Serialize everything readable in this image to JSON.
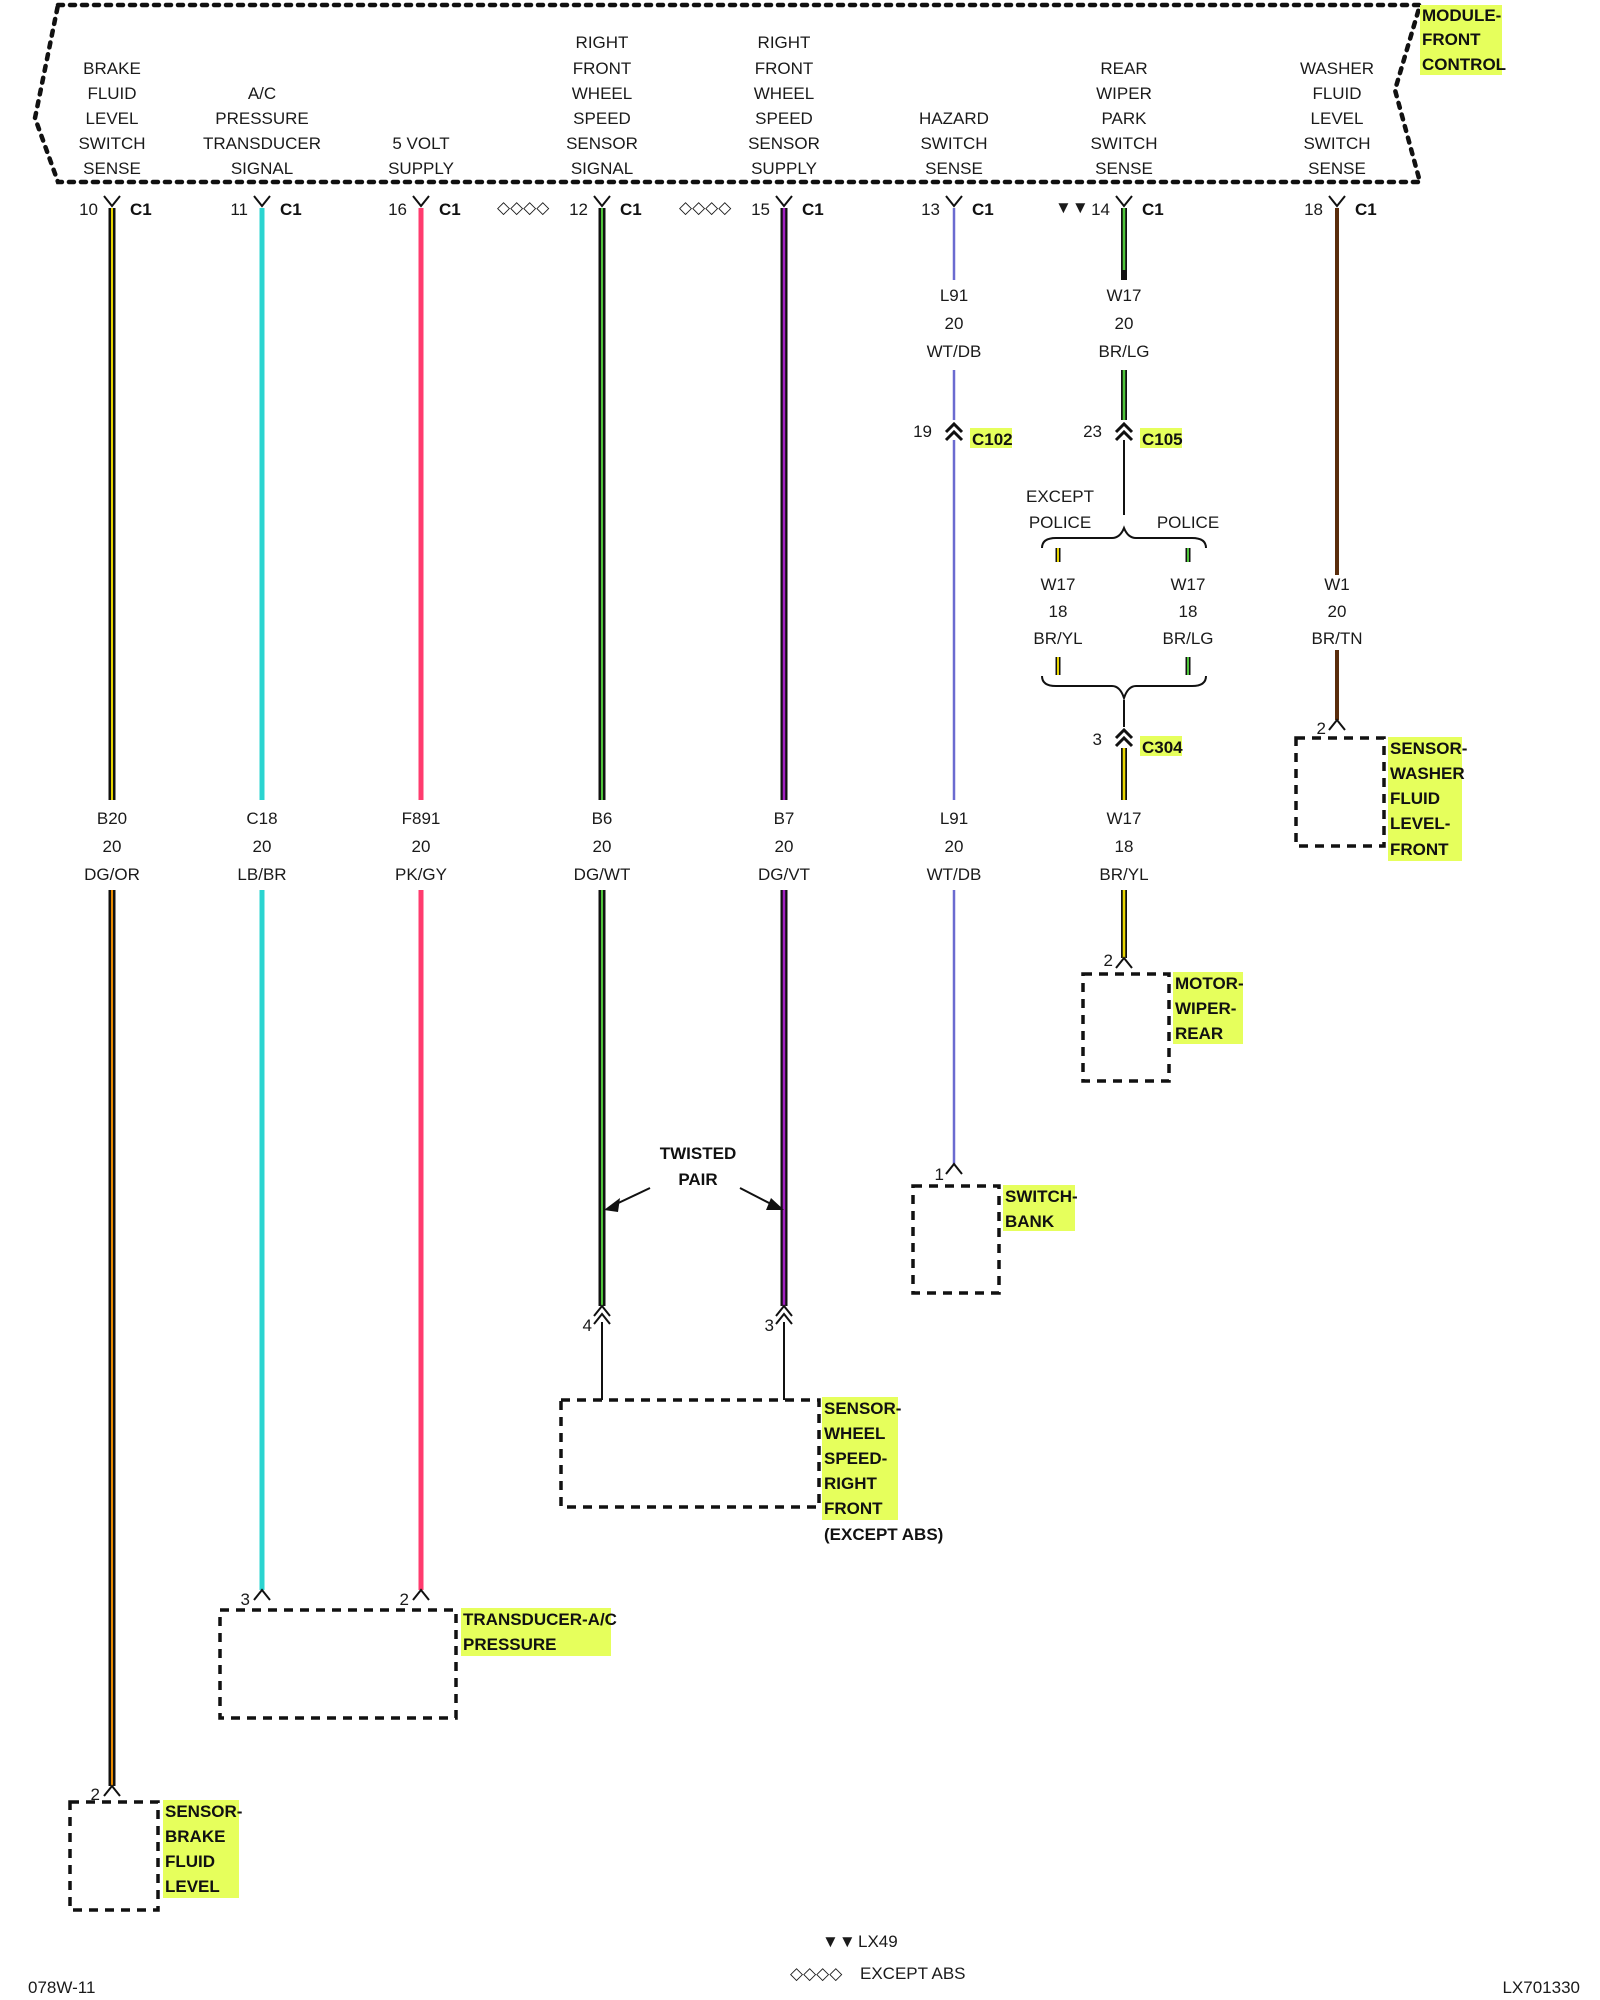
{
  "module": {
    "name_lines": [
      "MODULE-",
      "FRONT",
      "CONTROL"
    ],
    "pin_connector": "C1",
    "pins": [
      {
        "id": "brake",
        "label": [
          "BRAKE",
          "FLUID",
          "LEVEL",
          "SWITCH",
          "SENSE"
        ],
        "pin": "10"
      },
      {
        "id": "ac",
        "label": [
          "A/C",
          "PRESSURE",
          "TRANSDUCER",
          "SIGNAL"
        ],
        "pin": "11"
      },
      {
        "id": "five-volt",
        "label": [
          "5 VOLT",
          "SUPPLY"
        ],
        "pin": "16"
      },
      {
        "id": "wss-signal",
        "label": [
          "RIGHT",
          "FRONT",
          "WHEEL",
          "SPEED",
          "SENSOR",
          "SIGNAL"
        ],
        "pin": "12",
        "marker": "◇◇◇◇"
      },
      {
        "id": "wss-supply",
        "label": [
          "RIGHT",
          "FRONT",
          "WHEEL",
          "SPEED",
          "SENSOR",
          "SUPPLY"
        ],
        "pin": "15",
        "marker": "◇◇◇◇"
      },
      {
        "id": "hazard",
        "label": [
          "HAZARD",
          "SWITCH",
          "SENSE"
        ],
        "pin": "13"
      },
      {
        "id": "rear-wiper",
        "label": [
          "REAR",
          "WIPER",
          "PARK",
          "SWITCH",
          "SENSE"
        ],
        "pin": "14",
        "marker": "▼▼"
      },
      {
        "id": "washer",
        "label": [
          "WASHER",
          "FLUID",
          "LEVEL",
          "SWITCH",
          "SENSE"
        ],
        "pin": "18"
      }
    ]
  },
  "wires": {
    "hazard_upper": [
      "L91",
      "20",
      "WT/DB"
    ],
    "rear_wiper_upper": [
      "W17",
      "20",
      "BR/LG"
    ],
    "washer": [
      "W1",
      "20",
      "BR/TN"
    ],
    "branch_left": [
      "W17",
      "18",
      "BR/YL"
    ],
    "branch_right": [
      "W17",
      "18",
      "BR/LG"
    ],
    "lower": [
      {
        "id": "brake",
        "text": [
          "B20",
          "20",
          "DG/OR"
        ]
      },
      {
        "id": "ac",
        "text": [
          "C18",
          "20",
          "LB/BR"
        ]
      },
      {
        "id": "five-volt",
        "text": [
          "F891",
          "20",
          "PK/GY"
        ]
      },
      {
        "id": "wss-signal",
        "text": [
          "B6",
          "20",
          "DG/WT"
        ]
      },
      {
        "id": "wss-supply",
        "text": [
          "B7",
          "20",
          "DG/VT"
        ]
      },
      {
        "id": "hazard",
        "text": [
          "L91",
          "20",
          "WT/DB"
        ]
      },
      {
        "id": "rear-wiper",
        "text": [
          "W17",
          "18",
          "BR/YL"
        ]
      }
    ]
  },
  "connectors": {
    "c102": {
      "name": "C102",
      "pin": "19"
    },
    "c105": {
      "name": "C105",
      "pin": "23"
    },
    "c304": {
      "name": "C304",
      "pin": "3"
    }
  },
  "branch_labels": {
    "left": [
      "EXCEPT",
      "POLICE"
    ],
    "right": "POLICE"
  },
  "twisted_pair": [
    "TWISTED",
    "PAIR"
  ],
  "components": {
    "brake_sensor": {
      "name": [
        "SENSOR-",
        "BRAKE",
        "FLUID",
        "LEVEL"
      ],
      "pins": [
        "2"
      ]
    },
    "ac_transducer": {
      "name": [
        "TRANSDUCER-A/C",
        "PRESSURE"
      ],
      "pins": [
        "3",
        "2"
      ]
    },
    "wheel_speed_sensor": {
      "name": [
        "SENSOR-",
        "WHEEL",
        "SPEED-",
        "RIGHT",
        "FRONT"
      ],
      "note": "(EXCEPT ABS)",
      "pins": [
        "4",
        "3"
      ]
    },
    "switch_bank": {
      "name": [
        "SWITCH-",
        "BANK"
      ],
      "pins": [
        "1"
      ]
    },
    "wiper_motor": {
      "name": [
        "MOTOR-",
        "WIPER-",
        "REAR"
      ],
      "pins": [
        "2"
      ]
    },
    "washer_sensor": {
      "name": [
        "SENSOR-",
        "WASHER",
        "FLUID",
        "LEVEL-",
        "FRONT"
      ],
      "pins": [
        "2"
      ]
    }
  },
  "legend": [
    {
      "symbol": "▼▼",
      "text": "LX49"
    },
    {
      "symbol": "◇◇◇◇",
      "text": "EXCEPT ABS"
    }
  ],
  "footer": {
    "left": "078W-11",
    "right": "LX701330"
  },
  "colors": {
    "green": "#1d6b1d",
    "black": "#111111",
    "yellow": "#e8d500",
    "orange": "#e88a00",
    "light_blue": "#2bd4d0",
    "pink": "#ff3b6e",
    "violet": "#a020c0",
    "blue": "#6b6bd0",
    "lime": "#4ec43a",
    "brown": "#5a2d0c",
    "highlight": "#e6ff5c"
  }
}
